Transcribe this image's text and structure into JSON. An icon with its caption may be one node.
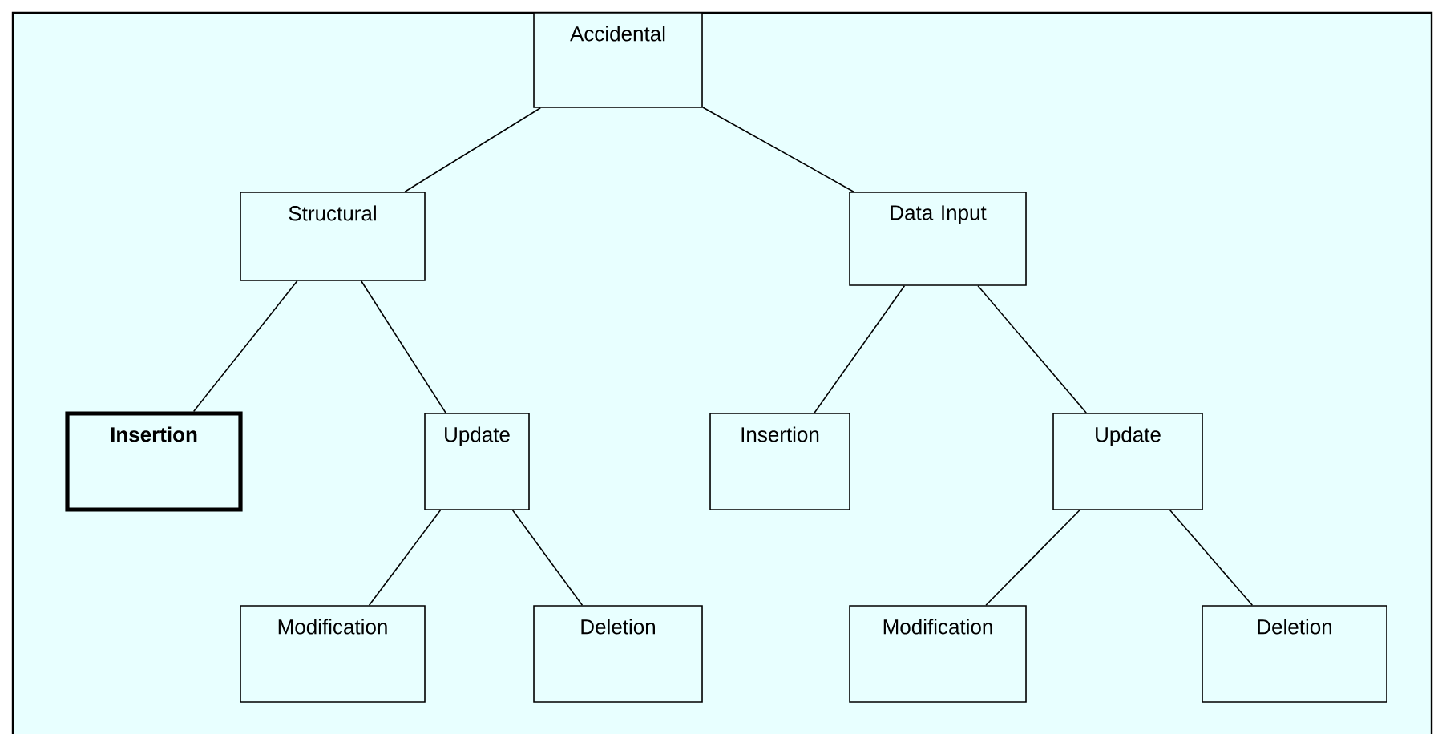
{
  "diagram": {
    "nodes": [
      {
        "text": [
          "Accidental"
        ]
      },
      {
        "text": [
          "Structural"
        ]
      },
      {
        "text": [
          "Data Input"
        ]
      },
      {
        "text": [
          "Insertion"
        ]
      },
      {
        "text": [
          "Update"
        ]
      },
      {
        "text": [
          "Insertion"
        ]
      },
      {
        "text": [
          "Update"
        ]
      },
      {
        "text": [
          "Modification"
        ]
      },
      {
        "text": [
          "Deletion"
        ]
      },
      {
        "text": [
          "Modification"
        ]
      },
      {
        "text": [
          "Deletion"
        ]
      }
    ],
    "edges": [
      {
        "from": 0,
        "to": 1,
        "arrow": "none"
      },
      {
        "from": 0,
        "to": 2,
        "arrow": "none"
      },
      {
        "from": 1,
        "to": 3,
        "arrow": "none"
      },
      {
        "from": 1,
        "to": 4,
        "arrow": "none"
      },
      {
        "from": 2,
        "to": 5,
        "arrow": "none"
      },
      {
        "from": 2,
        "to": 6,
        "arrow": "none"
      },
      {
        "from": 4,
        "to": 7,
        "arrow": "none"
      },
      {
        "from": 4,
        "to": 8,
        "arrow": "none"
      },
      {
        "from": 6,
        "to": 9,
        "arrow": "none"
      },
      {
        "from": 6,
        "to": 10,
        "arrow": "none"
      }
    ]
  }
}
